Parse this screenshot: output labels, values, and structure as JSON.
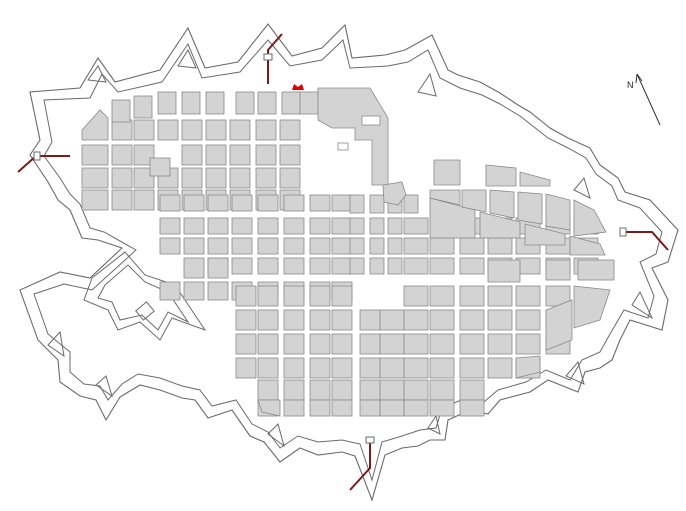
{
  "map": {
    "north_label": "N",
    "colors": {
      "background": "#ffffff",
      "outline": "#6a6a6a",
      "block_fill": "#d3d3d3",
      "block_stroke": "#8a8a8a",
      "road_accent": "#7a1a1a",
      "marker": "#e00000"
    },
    "features": [
      "star-fort-outer-walls",
      "star-fort-inner-walls",
      "citadel",
      "city-blocks",
      "gate-roads",
      "north-arrow",
      "red-marker"
    ]
  }
}
